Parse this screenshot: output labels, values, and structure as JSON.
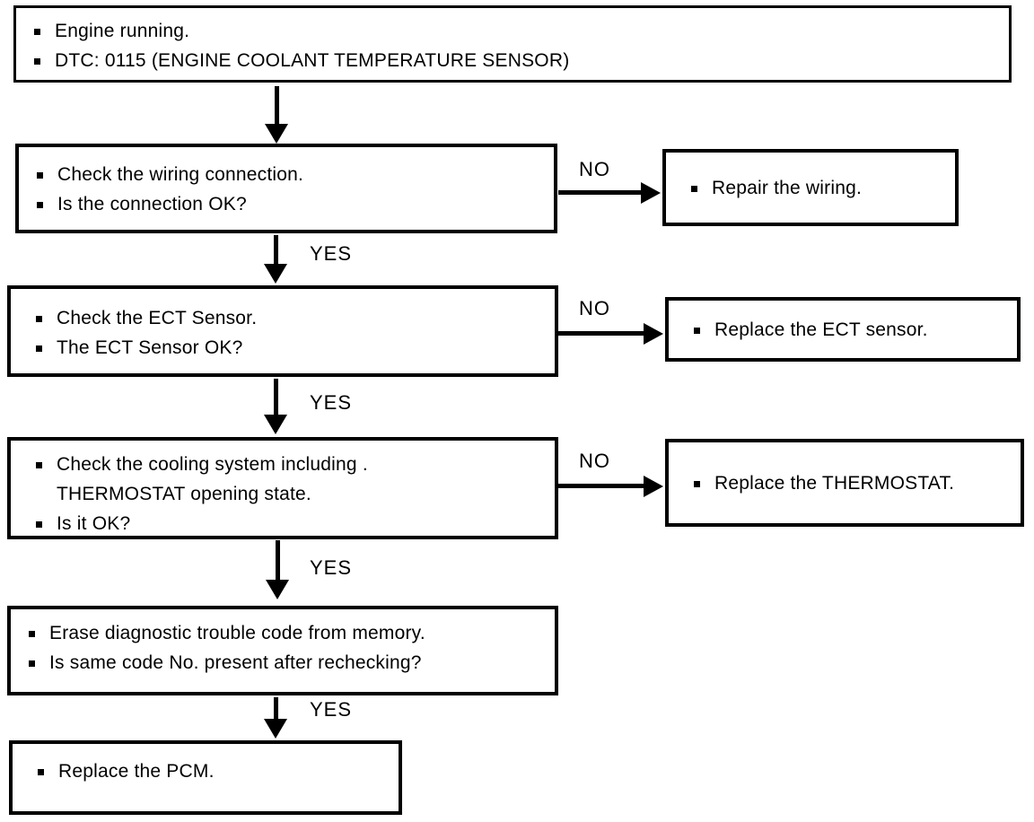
{
  "diagram": {
    "type": "flowchart",
    "subject": "DTC 0115 engine coolant temperature sensor diagnostic flowchart",
    "labels": {
      "yes": "YES",
      "no": "NO"
    },
    "nodes": {
      "start": {
        "items": [
          "Engine running.",
          "DTC: 0115 (ENGINE COOLANT TEMPERATURE SENSOR)"
        ]
      },
      "check_wiring": {
        "items": [
          "Check the wiring connection.",
          "Is the connection OK?"
        ]
      },
      "repair_wiring": {
        "items": [
          "Repair the wiring."
        ]
      },
      "check_ect": {
        "items": [
          "Check the ECT Sensor.",
          "The ECT Sensor OK?"
        ]
      },
      "replace_ect": {
        "items": [
          "Replace the ECT sensor."
        ]
      },
      "check_cooling": {
        "items": [
          "Check the cooling system including .",
          "THERMOSTAT opening state.",
          "Is it OK?"
        ]
      },
      "replace_thermostat": {
        "items": [
          "Replace the THERMOSTAT."
        ]
      },
      "erase_dtc": {
        "items": [
          "Erase diagnostic trouble code from memory.",
          "Is same code No. present after rechecking?"
        ]
      },
      "replace_pcm": {
        "items": [
          "Replace the PCM."
        ]
      }
    },
    "edges": [
      {
        "from": "start",
        "to": "check_wiring",
        "label": ""
      },
      {
        "from": "check_wiring",
        "to": "repair_wiring",
        "label": "NO"
      },
      {
        "from": "check_wiring",
        "to": "check_ect",
        "label": "YES"
      },
      {
        "from": "check_ect",
        "to": "replace_ect",
        "label": "NO"
      },
      {
        "from": "check_ect",
        "to": "check_cooling",
        "label": "YES"
      },
      {
        "from": "check_cooling",
        "to": "replace_thermostat",
        "label": "NO"
      },
      {
        "from": "check_cooling",
        "to": "erase_dtc",
        "label": "YES"
      },
      {
        "from": "erase_dtc",
        "to": "replace_pcm",
        "label": "YES"
      }
    ]
  }
}
